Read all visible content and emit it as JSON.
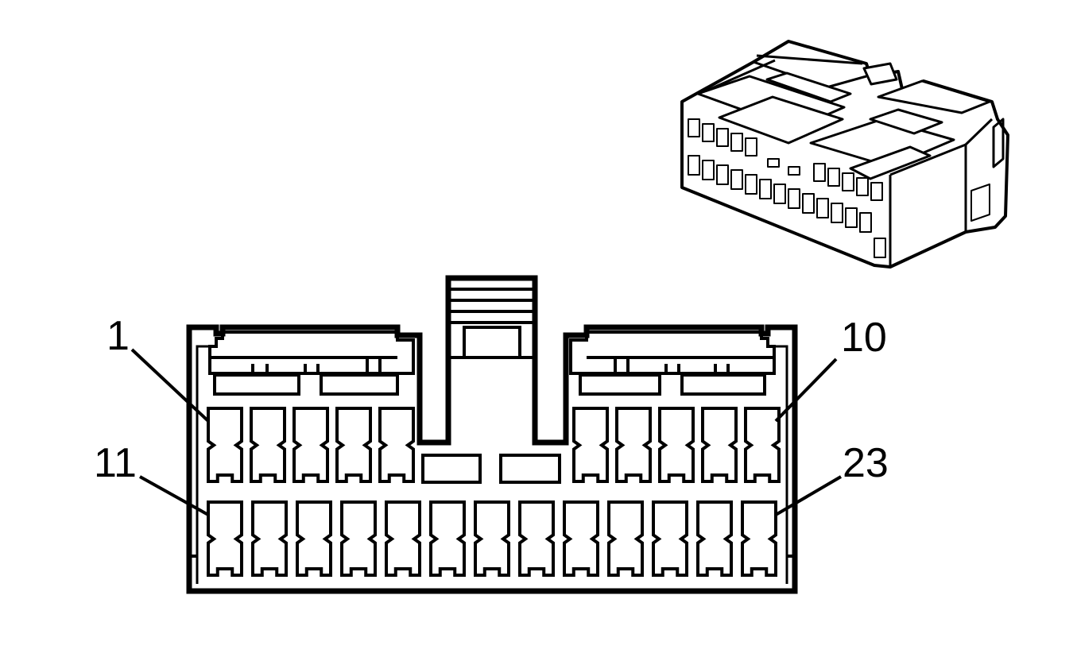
{
  "diagram": {
    "labels": {
      "pin_1": "1",
      "pin_10": "10",
      "pin_11": "11",
      "pin_23": "23"
    },
    "upper_row": {
      "left_cavity_count": 5,
      "right_cavity_count": 5
    },
    "lower_row": {
      "cavity_count": 13
    },
    "colors": {
      "line": "#000000",
      "background": "#ffffff"
    }
  }
}
